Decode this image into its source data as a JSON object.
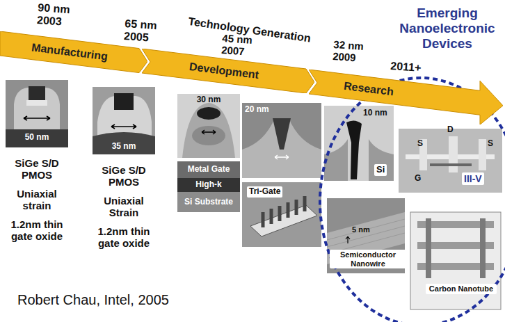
{
  "diagram": {
    "caption": "Robert Chau, Intel, 2005",
    "nodes": [
      {
        "text": [
          "Manufacturing"
        ]
      },
      {
        "text": [
          "Development"
        ]
      },
      {
        "text": [
          "Research"
        ]
      },
      {
        "text": [
          "Metal Gate"
        ]
      },
      {
        "text": [
          "High-k"
        ]
      },
      {
        "text": [
          "Si Substrate"
        ]
      }
    ],
    "labels": [
      "90 nm 2003",
      "65 nm 2005",
      "Technology Generation",
      "45 nm 2007",
      "32 nm 2009",
      "2011+",
      "Emerging Nanoelectronic Devices",
      "50 nm",
      "35 nm",
      "30 nm",
      "20 nm",
      "10 nm",
      "Si",
      "S",
      "D",
      "S",
      "G",
      "III-V",
      "Tri-Gate",
      "5 nm",
      "Semiconductor Nanowire",
      "Carbon Nanotube",
      "SiGe S/D PMOS",
      "Uniaxial strain",
      "1.2nm thin gate oxide",
      "SiGe S/D PMOS",
      "Uniaxial Strain",
      "1.2nm thin gate oxide"
    ]
  }
}
